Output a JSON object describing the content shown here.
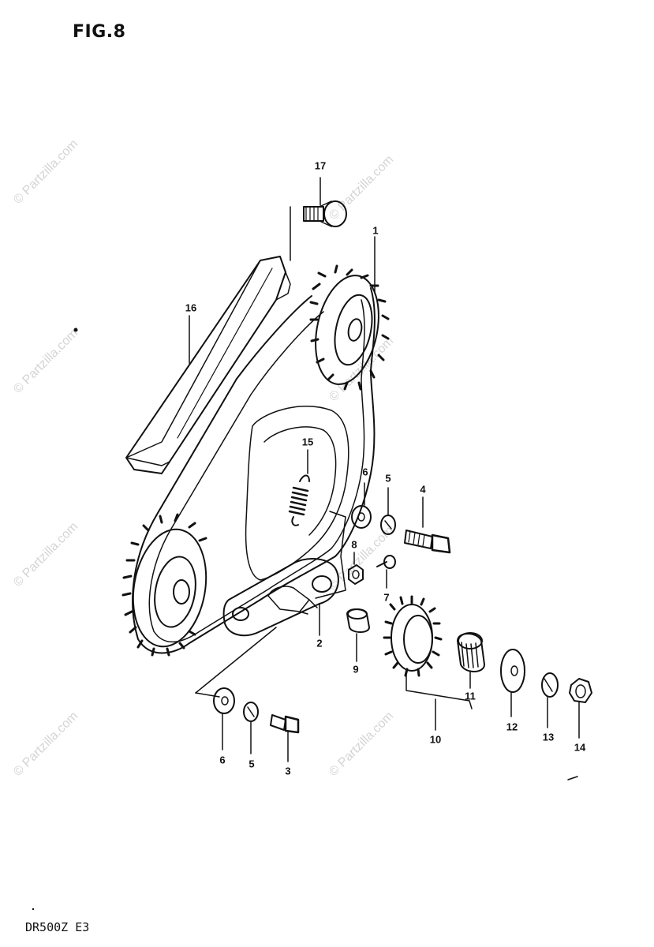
{
  "figure": {
    "title": "FIG.8",
    "model_code": "DR500Z  E3"
  },
  "watermark_text": "© Partzilla.com",
  "parts": {
    "p1": "1",
    "p2": "2",
    "p3": "3",
    "p4": "4",
    "p5a": "5",
    "p5b": "5",
    "p6a": "6",
    "p6b": "6",
    "p7": "7",
    "p8": "8",
    "p9": "9",
    "p10": "10",
    "p11": "11",
    "p12": "12",
    "p13": "13",
    "p14": "14",
    "p15": "15",
    "p16": "16",
    "p17": "17"
  }
}
